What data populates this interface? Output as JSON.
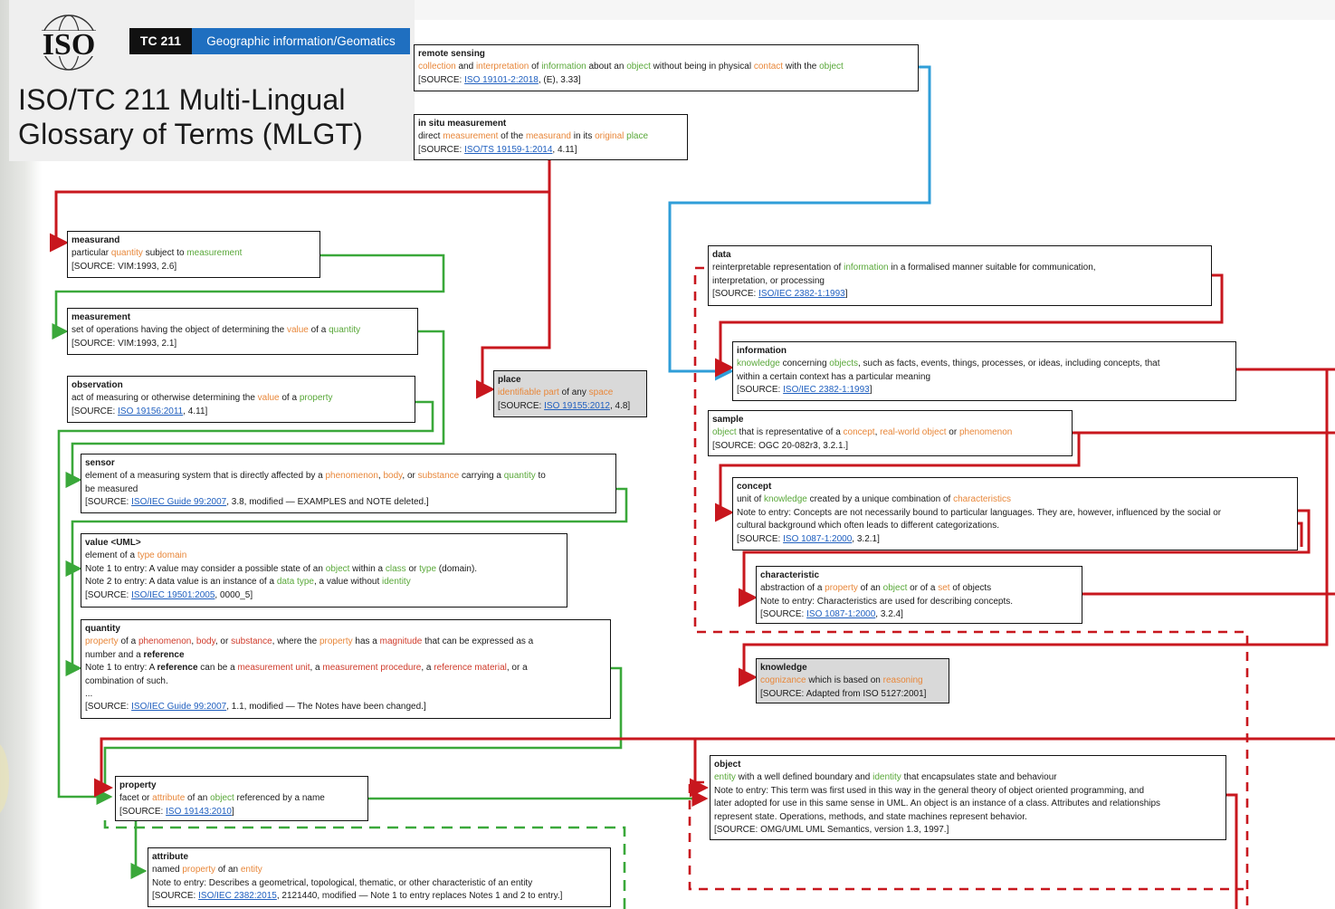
{
  "header": {
    "org": "ISO",
    "committee": "TC 211",
    "committee_name": "Geographic information/Geomatics",
    "title_line1": "ISO/TC 211 Multi-Lingual",
    "title_line2": "Glossary of Terms (MLGT)"
  },
  "colors": {
    "red": "#c8171e",
    "green": "#3aa83a",
    "blue": "#2f9ed8",
    "iso_blue": "#1f6fc0"
  },
  "terms": {
    "remote_sensing": {
      "title": "remote sensing",
      "w1": "collection",
      "t1": " and ",
      "w2": "interpretation",
      "t2": " of ",
      "w3": "information",
      "t3": " about an ",
      "w4": "object",
      "t4": " without being in physical ",
      "w5": "contact",
      "t5": " with the ",
      "w6": "object",
      "src_pre": "[SOURCE: ",
      "src_link": "ISO 19101-2:2018",
      "src_post": ", (E), 3.33]"
    },
    "in_situ": {
      "title": "in situ measurement",
      "t1": "direct ",
      "w1": "measurement",
      "t2": " of the ",
      "w2": "measurand",
      "t3": " in its ",
      "w3": "original",
      "t4": " ",
      "w4": "place",
      "src_pre": "[SOURCE: ",
      "src_link": "ISO/TS 19159-1:2014",
      "src_post": ", 4.11]"
    },
    "measurand": {
      "title": "measurand",
      "t1": "particular ",
      "w1": "quantity",
      "t2": " subject to ",
      "w2": "measurement",
      "src": "[SOURCE: VIM:1993, 2.6]"
    },
    "measurement": {
      "title": "measurement",
      "t1": "set of operations having the object of determining the ",
      "w1": "value",
      "t2": " of a ",
      "w2": "quantity",
      "src": "[SOURCE: VIM:1993, 2.1]"
    },
    "observation": {
      "title": "observation",
      "t1": "act of measuring or otherwise determining the ",
      "w1": "value",
      "t2": " of a ",
      "w2": "property",
      "src_pre": "[SOURCE: ",
      "src_link": "ISO 19156:2011",
      "src_post": ", 4.11]"
    },
    "place": {
      "title": "place",
      "w1": "identifiable part",
      "t1": " of any ",
      "w2": "space",
      "src_pre": "[SOURCE: ",
      "src_link": "ISO 19155:2012",
      "src_post": ", 4.8]"
    },
    "sensor": {
      "title": "sensor",
      "t1": "element of a measuring system that is directly affected by a ",
      "w1": "phenomenon",
      "t2": ", ",
      "w2": "body",
      "t3": ", or ",
      "w3": "substance",
      "t4": " carrying a ",
      "w4": "quantity",
      "t5": " to",
      "l2": "be measured",
      "src_pre": "[SOURCE: ",
      "src_link": "ISO/IEC Guide 99:2007",
      "src_post": ", 3.8, modified — EXAMPLES and NOTE deleted.]"
    },
    "value": {
      "title": "value <UML>",
      "t1": "element of a ",
      "w1": "type domain",
      "n1a": "Note 1 to entry: A value may consider a possible state of an ",
      "n1w1": "object",
      "n1b": " within a ",
      "n1w2": "class",
      "n1c": " or ",
      "n1w3": "type",
      "n1d": " (domain).",
      "n2a": "Note 2 to entry: A data value is an instance of a ",
      "n2w1": "data type",
      "n2b": ", a value without ",
      "n2w2": "identity",
      "src_pre": "[SOURCE: ",
      "src_link": "ISO/IEC 19501:2005",
      "src_post": ", 0000_5]"
    },
    "quantity": {
      "title": "quantity",
      "w1": "property",
      "t1": " of a ",
      "w2": "phenomenon",
      "t2": ", ",
      "w3": "body",
      "t3": ", or ",
      "w4": "substance",
      "t4": ", where the ",
      "w5": "property",
      "t5": " has a ",
      "w6": "magnitude",
      "t6": " that can be expressed as a",
      "l2a": "number and a ",
      "l2b": "reference",
      "n1a": "Note 1 to entry: A ",
      "n1b": "reference",
      "n1c": " can be a ",
      "n1w1": "measurement unit",
      "n1d": ", a ",
      "n1w2": "measurement procedure",
      "n1e": ", a ",
      "n1w3": "reference material",
      "n1f": ", or a",
      "n1g": "combination of such.",
      "ellipsis": "...",
      "src_pre": "[SOURCE: ",
      "src_link": "ISO/IEC Guide 99:2007",
      "src_post": ", 1.1, modified — The Notes have been changed.]"
    },
    "property": {
      "title": "property",
      "t1": "facet or ",
      "w1": "attribute",
      "t2": " of an ",
      "w2": "object",
      "t3": " referenced by a name",
      "src_pre": "[SOURCE: ",
      "src_link": "ISO 19143:2010",
      "src_post": "]"
    },
    "attribute": {
      "title": "attribute",
      "t1": "named ",
      "w1": "property",
      "t2": " of an ",
      "w2": "entity",
      "n1": "Note to entry: Describes a geometrical, topological, thematic, or other characteristic of an entity",
      "src_pre": "[SOURCE: ",
      "src_link": "ISO/IEC 2382:2015",
      "src_post": ", 2121440, modified — Note 1 to entry replaces Notes 1 and 2 to entry.]"
    },
    "data": {
      "title": "data",
      "t1": "reinterpretable representation of ",
      "w1": "information",
      "t2": " in a formalised manner suitable for communication,",
      "l2": "interpretation, or processing",
      "src_pre": "[SOURCE: ",
      "src_link": "ISO/IEC 2382-1:1993",
      "src_post": "]"
    },
    "information": {
      "title": "information",
      "w1": "knowledge",
      "t1": " concerning ",
      "w2": "objects",
      "t2": ", such as facts, events, things, processes, or ideas, including concepts, that",
      "l2": "within a certain context has a particular meaning",
      "src_pre": "[SOURCE: ",
      "src_link": "ISO/IEC 2382-1:1993",
      "src_post": "]"
    },
    "sample": {
      "title": "sample",
      "w1": "object",
      "t1": "  that is representative  of a ",
      "w2": "concept",
      "t2": ", ",
      "w3": "real-world object",
      "t3": " or ",
      "w4": "phenomenon",
      "src": "[SOURCE: OGC 20-082r3, 3.2.1.]"
    },
    "concept": {
      "title": "concept",
      "t1": "unit of ",
      "w1": "knowledge",
      "t2": " created by a unique combination of ",
      "w2": "characteristics",
      "n1": "Note to entry: Concepts are not necessarily bound to particular languages. They are, however, influenced by the social or",
      "n2": "cultural background which often leads to different categorizations.",
      "src_pre": "[SOURCE: ",
      "src_link": "ISO 1087-1:2000",
      "src_post": ", 3.2.1]"
    },
    "characteristic": {
      "title": "characteristic",
      "t1": "abstraction of a ",
      "w1": "property",
      "t2": " of an ",
      "w2": "object",
      "t3": " or of a ",
      "w3": "set",
      "t4": " of objects",
      "n1": "Note to entry: Characteristics are used for describing concepts.",
      "src_pre": "[SOURCE: ",
      "src_link": "ISO 1087-1:2000",
      "src_post": ", 3.2.4]"
    },
    "knowledge": {
      "title": "knowledge",
      "w1": "cognizance",
      "t1": " which is based on ",
      "w2": "reasoning",
      "src": "[SOURCE: Adapted from ISO 5127:2001]"
    },
    "object": {
      "title": "object",
      "w1": "entity",
      "t1": " with a well defined boundary and ",
      "w2": "identity",
      "t2": " that encapsulates state and behaviour",
      "n1": "Note to entry: This term was first used in this way in the general theory of object oriented programming, and",
      "n2": "later adopted for use in this same sense in UML. An object is an instance of a class. Attributes and relationships",
      "n3": "represent state. Operations, methods, and state machines represent behavior.",
      "src": "[SOURCE: OMG/UML UML Semantics, version 1.3, 1997.]"
    }
  }
}
